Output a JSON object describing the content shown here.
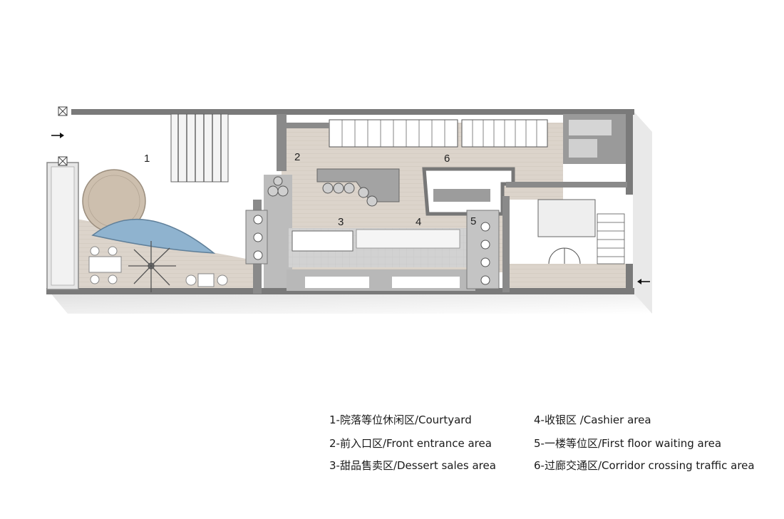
{
  "zones": [
    {
      "number": "1",
      "label": "1-院落等位休闲区/Courtyard"
    },
    {
      "number": "2",
      "label": "2-前入口区/Front entrance area"
    },
    {
      "number": "3",
      "label": "3-甜品售卖区/Dessert sales area"
    },
    {
      "number": "4",
      "label": "4-收银区 /Cashier area"
    },
    {
      "number": "5",
      "label": "5-一楼等位区/First floor waiting area"
    },
    {
      "number": "6",
      "label": "6-过廊交通区/Corridor crossing traffic area"
    }
  ],
  "colors": {
    "wall": "#7a7a7a",
    "floor_wood": "#d9d1c8",
    "floor_grey": "#c9c9c9",
    "counter": "#a8a8a8",
    "water": "#8fb3cf",
    "shadow": "#e6e6e6"
  },
  "icons": [
    "entry-arrow-icon",
    "drain-icon",
    "tree-icon"
  ]
}
